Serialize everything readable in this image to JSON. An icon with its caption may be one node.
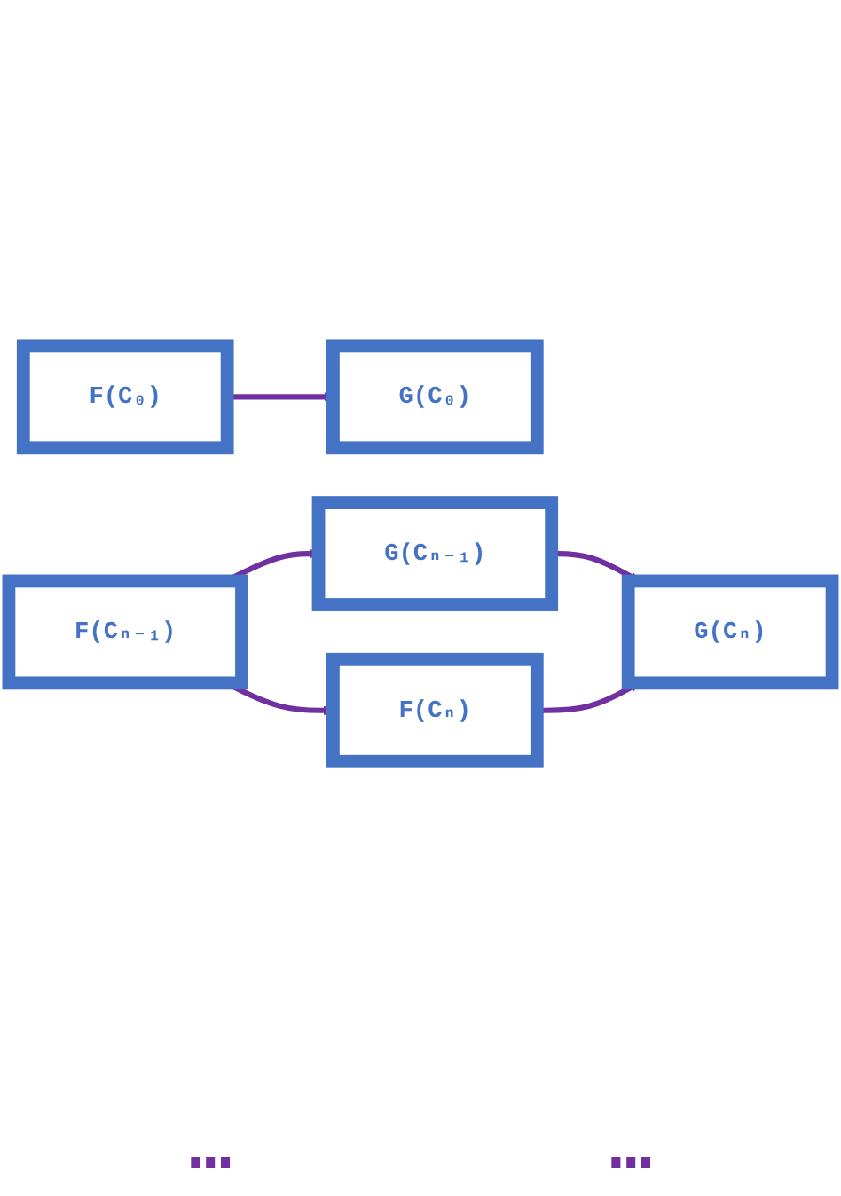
{
  "diagram": {
    "nodes": [
      {
        "text": [
          "F(C₀)"
        ]
      },
      {
        "text": [
          "G(C₀)"
        ]
      },
      {
        "text": [
          "F(Cₙ₋₁)"
        ]
      },
      {
        "text": [
          "G(Cₙ₋₁)"
        ]
      },
      {
        "text": [
          "F(Cₙ)"
        ]
      },
      {
        "text": [
          "G(Cₙ)"
        ]
      }
    ],
    "edges": [
      {
        "from": 0,
        "to": 1,
        "arrow": "to"
      },
      {
        "from": 2,
        "to": 3,
        "arrow": "to"
      },
      {
        "from": 2,
        "to": 4,
        "arrow": "to"
      },
      {
        "from": 3,
        "to": 5,
        "arrow": "to"
      },
      {
        "from": 4,
        "to": 5,
        "arrow": "to"
      }
    ],
    "labels": [
      "…",
      "…"
    ]
  }
}
